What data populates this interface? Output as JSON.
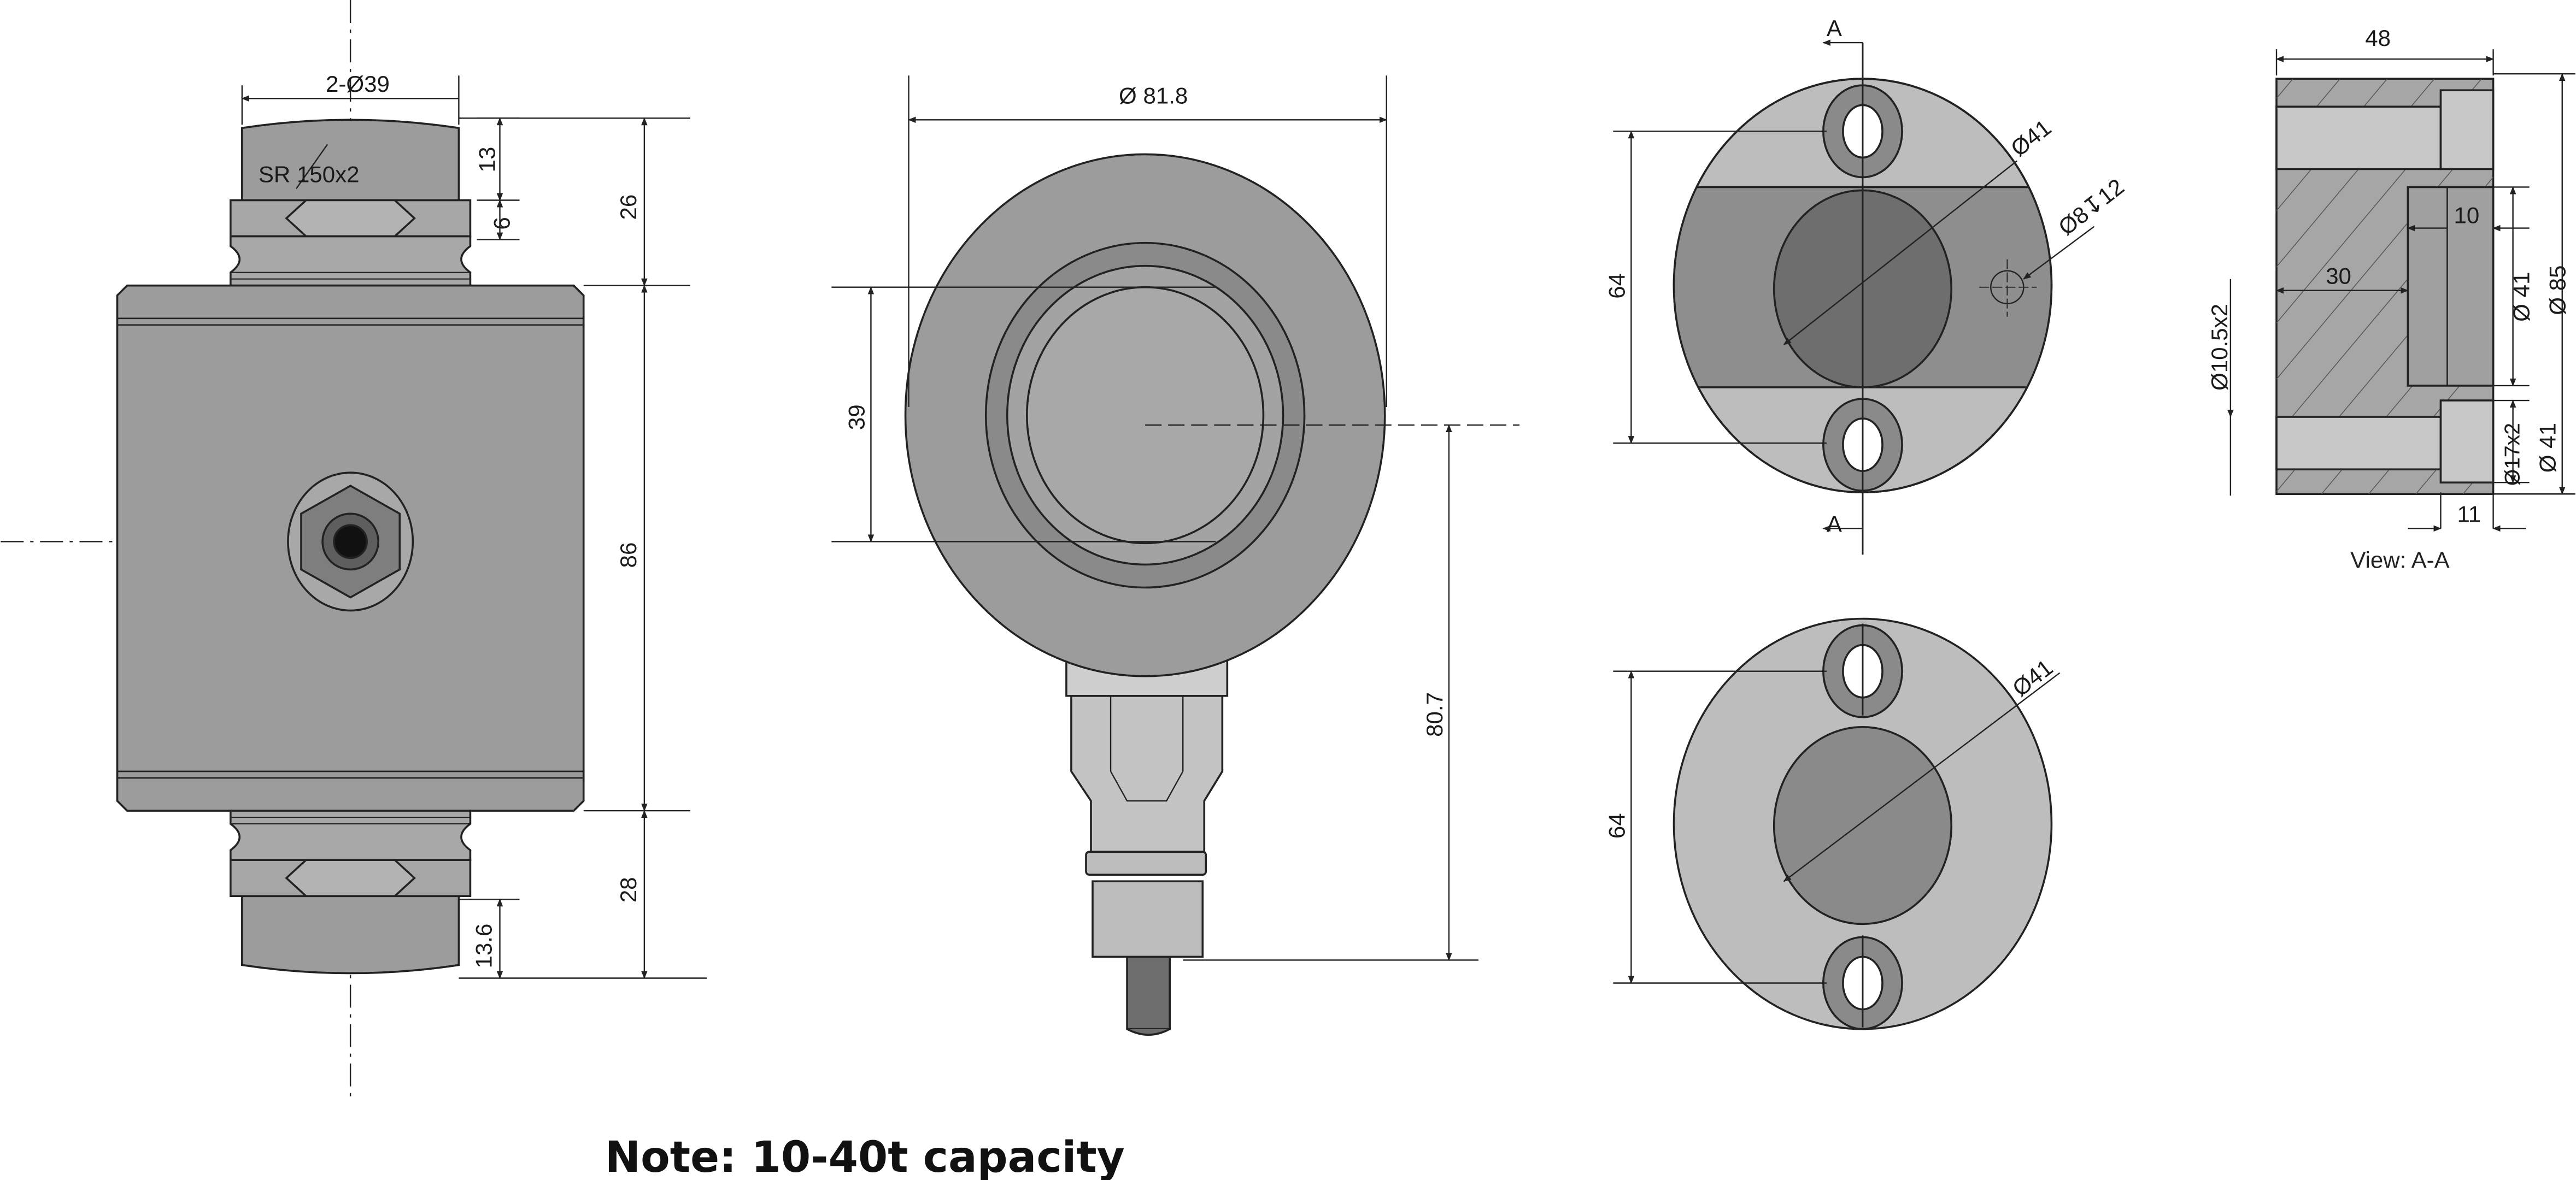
{
  "note": "Note: 10-40t capacity",
  "colors": {
    "outline": "#222222",
    "body": "#9c9c9c",
    "light": "#c2c2c2",
    "mid": "#8a8a8a",
    "dark": "#6e6e6e",
    "hole": "#ffffff"
  },
  "side_view": {
    "d_2x39": "2-Ø39",
    "sr": "SR 150x2",
    "d_13": "13",
    "d_6": "6",
    "d_26": "26",
    "d_86": "86",
    "d_28": "28",
    "d_13_6": "13.6"
  },
  "front_view": {
    "d_81_8": "Ø 81.8",
    "d_39": "39",
    "d_80_7": "80.7"
  },
  "mount_top": {
    "label_a_top": "A",
    "label_a_bottom": "A",
    "d_41": "Ø41",
    "d_8x12": "Ø8↧12",
    "d_64": "64"
  },
  "mount_bottom": {
    "d_41": "Ø41",
    "d_64": "64"
  },
  "section_view": {
    "d_48": "48",
    "d_10": "10",
    "d_30": "30",
    "d_41a": "Ø 41",
    "d_85": "Ø 85",
    "d_10_5x2": "Ø10.5x2",
    "d_17x2": "Ø17x2",
    "d_41b": "Ø 41",
    "d_11": "11",
    "view_label": "View: A-A"
  }
}
